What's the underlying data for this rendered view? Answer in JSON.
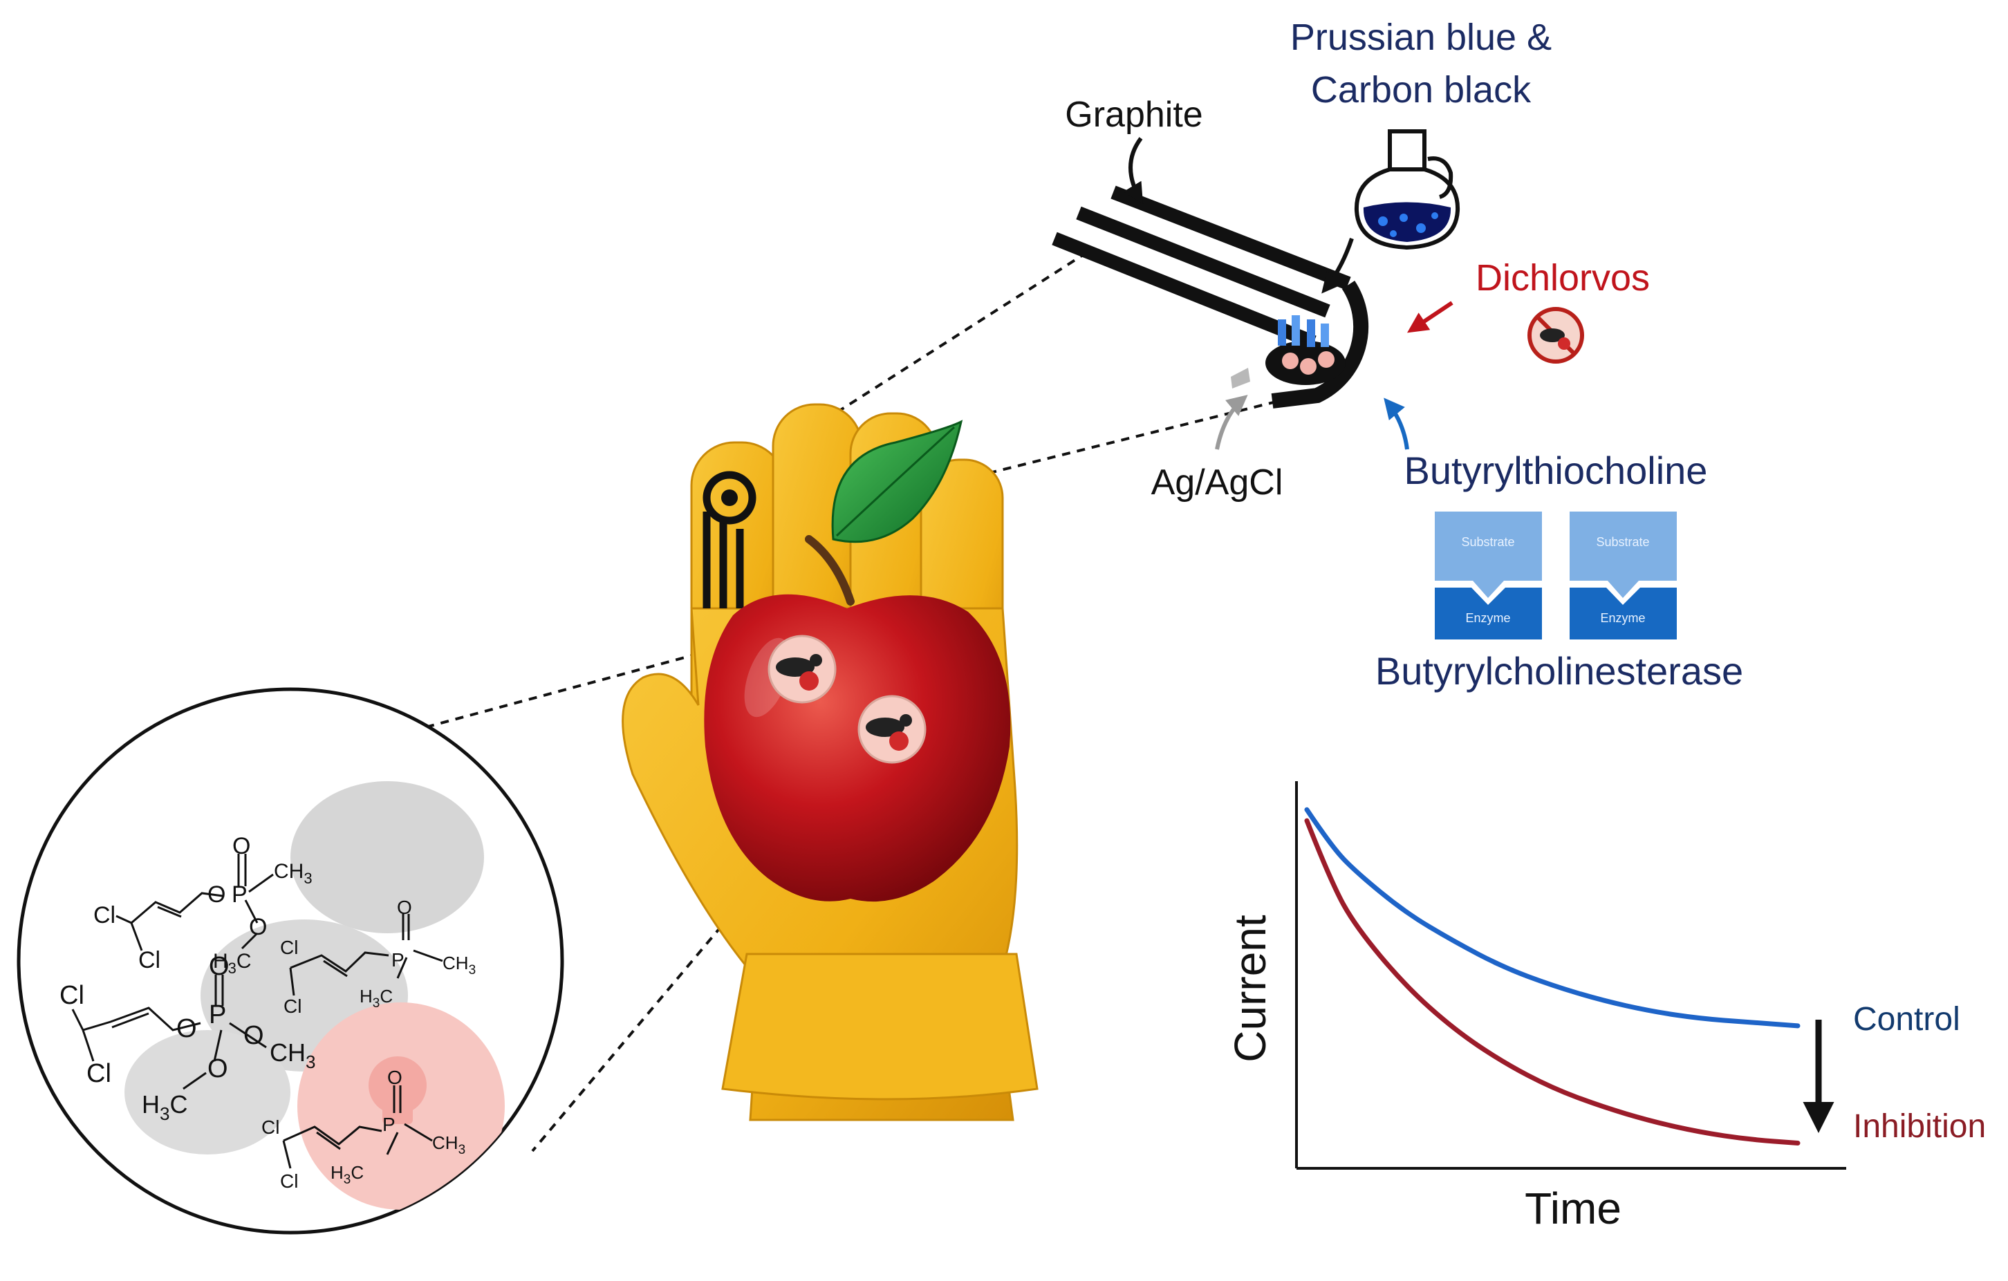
{
  "labels": {
    "graphite": "Graphite",
    "prussian_line1": "Prussian blue &",
    "prussian_line2": "Carbon black",
    "dichlorvos": "Dichlorvos",
    "ag_agcl": "Ag/AgCl",
    "butyrylthiocholine": "Butyrylthiocholine",
    "butyrylcholinesterase": "Butyrylcholinesterase",
    "substrate": "Substrate",
    "enzyme": "Enzyme"
  },
  "molecule_atoms": {
    "cl": "Cl",
    "o": "O",
    "p": "P",
    "ch3": "CH",
    "h3c_h": "H",
    "h3c_c": "C",
    "sub3": "3"
  },
  "chart_data": {
    "type": "line",
    "xlabel": "Time",
    "ylabel": "Current",
    "arrow_note": "Control → Inhibition",
    "series": [
      {
        "name": "Control",
        "color": "#1e64c8",
        "label_color": "#123a6e",
        "x": [
          0,
          0.05,
          0.1,
          0.2,
          0.3,
          0.4,
          0.5,
          0.6,
          0.7,
          0.8,
          0.9,
          1.0
        ],
        "y": [
          0.96,
          0.86,
          0.79,
          0.68,
          0.6,
          0.53,
          0.48,
          0.44,
          0.41,
          0.39,
          0.38,
          0.37
        ]
      },
      {
        "name": "Inhibition",
        "color": "#9b1c2a",
        "label_color": "#8a1c24",
        "x": [
          0,
          0.05,
          0.1,
          0.2,
          0.3,
          0.4,
          0.5,
          0.6,
          0.7,
          0.8,
          0.9,
          1.0
        ],
        "y": [
          0.93,
          0.76,
          0.64,
          0.48,
          0.36,
          0.27,
          0.2,
          0.15,
          0.11,
          0.08,
          0.06,
          0.05
        ]
      }
    ],
    "xlim": [
      0,
      1
    ],
    "ylim": [
      0,
      1
    ],
    "grid": false
  },
  "colors": {
    "navy": "#1b2b63",
    "dichlorvos_red": "#c0141c",
    "glove": "#f2b318",
    "apple": "#c4151c",
    "leaf": "#1f9a3a",
    "enzyme_dark": "#1769c2",
    "substrate_light": "#7fb0e4"
  }
}
